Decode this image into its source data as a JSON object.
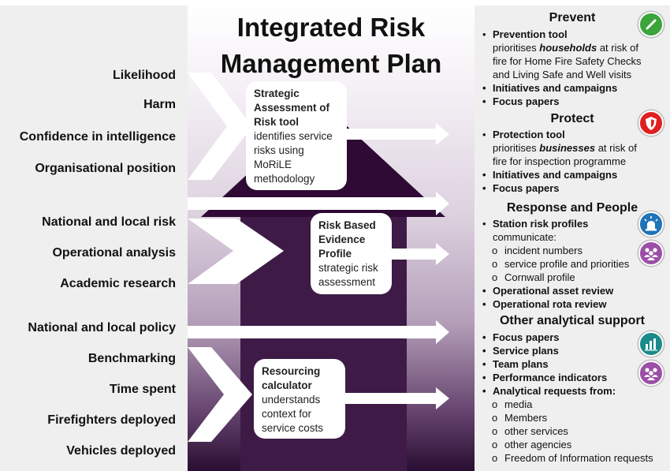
{
  "title": {
    "line1": "Integrated Risk",
    "line2": "Management Plan"
  },
  "factors": [
    "Likelihood",
    "Harm",
    "Confidence in intelligence",
    "Organisational position",
    "National and local risk",
    "Operational analysis",
    "Academic research",
    "National and local policy",
    "Benchmarking",
    "Time spent",
    "Firefighters deployed",
    "Vehicles deployed"
  ],
  "boxes": {
    "strategic": {
      "title": "Strategic Assessment of Risk tool",
      "body": "identifies service risks using MoRiLE methodology"
    },
    "evidence": {
      "title": "Risk Based Evidence Profile",
      "body": "strategic risk assessment"
    },
    "resourcing": {
      "title": "Resourcing calculator",
      "body": "understands context for service costs"
    }
  },
  "prevent": {
    "heading": "Prevent",
    "tool_label": "Prevention tool",
    "tool_pre": "prioritises ",
    "tool_em": "households",
    "tool_post": " at risk of fire for Home Fire Safety Checks and Living Safe and Well visits",
    "items": [
      "Initiatives and campaigns",
      "Focus papers"
    ]
  },
  "protect": {
    "heading": "Protect",
    "tool_label": "Protection tool",
    "tool_pre": "prioritises ",
    "tool_em": "businesses",
    "tool_post": " at risk of fire for inspection programme",
    "items": [
      "Initiatives and campaigns",
      "Focus papers"
    ]
  },
  "response": {
    "heading": "Response and People",
    "profiles_label": "Station risk profiles",
    "profiles_sub": "communicate:",
    "sub_items": [
      "incident numbers",
      "service profile and priorities",
      "Cornwall profile"
    ],
    "items": [
      "Operational asset review",
      "Operational rota review"
    ]
  },
  "other": {
    "heading": "Other analytical support",
    "items": [
      "Focus papers",
      "Service plans",
      "Team plans",
      "Performance indicators",
      "Analytical requests from:"
    ],
    "sub_items": [
      "media",
      "Members",
      "other services",
      "other agencies",
      "Freedom of Information requests"
    ]
  },
  "colors": {
    "house_fill": "#2e0a35",
    "arrow_fill": "#ffffff",
    "prevent_icon": "#3aa53a",
    "protect_icon": "#e02020",
    "response_icon": "#1f73b7",
    "people_icon": "#9b4fa6",
    "analytics_icon": "#1a8a8a"
  },
  "icons": {
    "prevent": "no-entry-icon",
    "protect": "shield-icon",
    "response": "siren-icon",
    "people": "people-icon",
    "analytics": "bar-chart-icon",
    "people2": "people-icon"
  }
}
